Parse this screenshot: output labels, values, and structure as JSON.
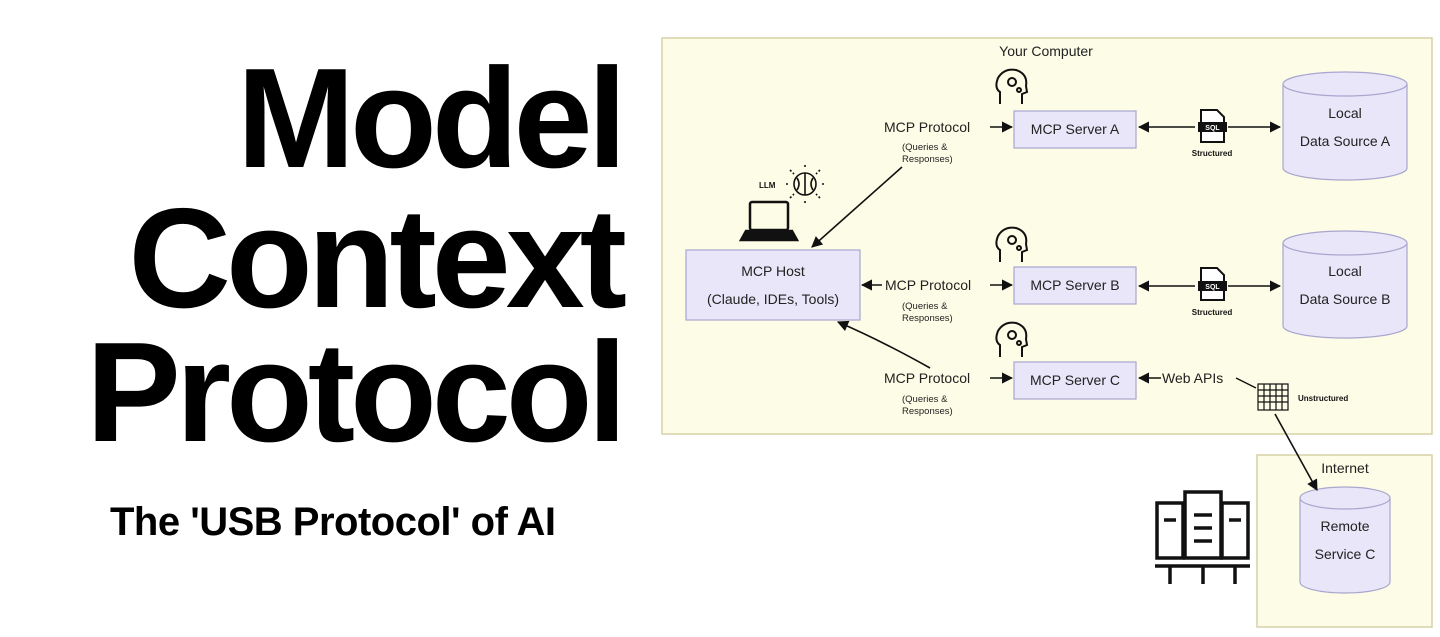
{
  "title": {
    "line1": "Model",
    "line2": "Context",
    "line3": "Protocol",
    "subtitle": "The 'USB Protocol' of AI"
  },
  "diagram": {
    "computer_label": "Your Computer",
    "internet_label": "Internet",
    "llm_label": "LLM",
    "host": {
      "line1": "MCP Host",
      "line2": "(Claude, IDEs, Tools)"
    },
    "servers": {
      "a": "MCP Server A",
      "b": "MCP Server B",
      "c": "MCP Server C"
    },
    "protocol_label": "MCP Protocol",
    "protocol_note": {
      "line1": "(Queries &",
      "line2": "Responses)"
    },
    "data_sources": {
      "a": {
        "line1": "Local",
        "line2": "Data Source A"
      },
      "b": {
        "line1": "Local",
        "line2": "Data Source B"
      },
      "c": {
        "line1": "Remote",
        "line2": "Service C"
      }
    },
    "structured_label": "Structured",
    "unstructured_label": "Unstructured",
    "web_apis_label": "Web APIs",
    "sql_label": "SQL"
  },
  "colors": {
    "panel_fill": "#fdfce6",
    "panel_stroke": "#d6d2a6",
    "box_fill": "#e8e6f8",
    "box_stroke": "#a9a6cf",
    "ink": "#111111"
  },
  "icons": [
    "laptop-icon",
    "brain-chip-icon",
    "head-gear-icon",
    "sql-file-icon",
    "database-icon",
    "data-grid-icon",
    "server-rack-icon"
  ]
}
